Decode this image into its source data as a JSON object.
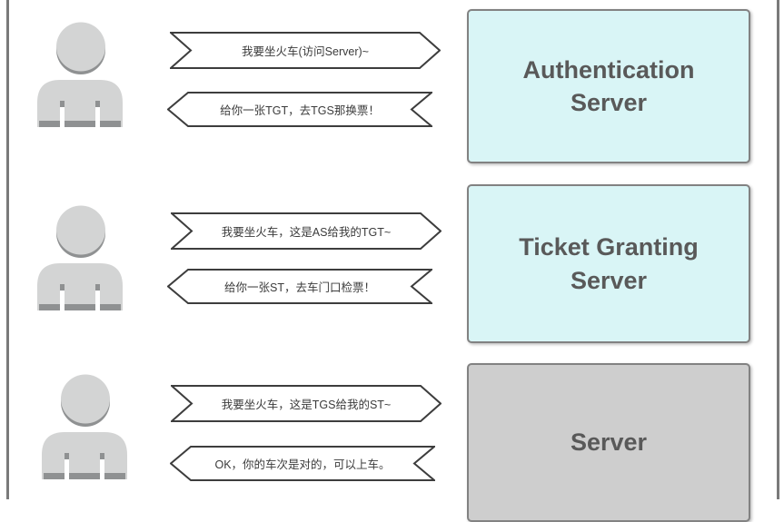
{
  "diagram": {
    "rows": [
      {
        "actor_icon": "person-icon",
        "request": "我要坐火车(访问Server)~",
        "response": "给你一张TGT，去TGS那换票！",
        "server_label": "Authentication Server"
      },
      {
        "actor_icon": "person-icon",
        "request": "我要坐火车，这是AS给我的TGT~",
        "response": "给你一张ST，去车门口检票！",
        "server_label": "Ticket Granting Server"
      },
      {
        "actor_icon": "person-icon",
        "request": "我要坐火车，这是TGS给我的ST~",
        "response": "OK，你的车次是对的，可以上车。",
        "server_label": "Server"
      }
    ]
  },
  "colors": {
    "server_box_cyan": "#d9f5f6",
    "server_box_gray": "#cecece",
    "box_border": "#828282",
    "box_text": "#595959",
    "arrow_outline": "#3d3d3d",
    "arrow_fill": "#ffffff",
    "arrow_text": "#3b3b3b",
    "person_light": "#d3d4d4",
    "person_dark": "#8f9192",
    "frame_line": "#7a7a7a"
  }
}
